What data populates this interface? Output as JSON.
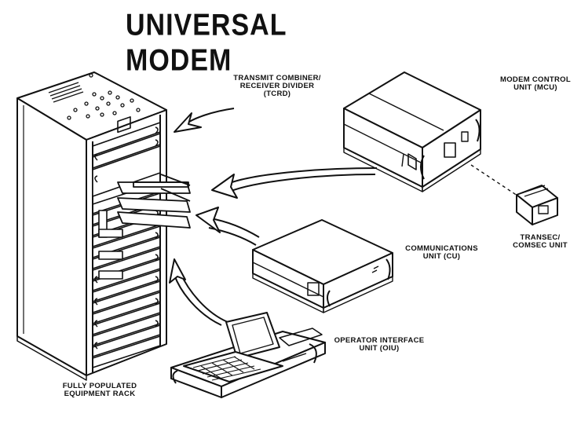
{
  "title": "UNIVERSAL MODEM",
  "labels": {
    "tcrd": [
      "TRANSMIT COMBINER/",
      "RECEIVER DIVIDER",
      "(TCRD)"
    ],
    "mcu": [
      "MODEM CONTROL",
      "UNIT (MCU)"
    ],
    "cu": [
      "COMMUNICATIONS",
      "UNIT (CU)"
    ],
    "comsec": [
      "TRANSEC/",
      "COMSEC UNIT"
    ],
    "oiu": [
      "OPERATOR INTERFACE",
      "UNIT (OIU)"
    ],
    "rack": [
      "FULLY POPULATED",
      "EQUIPMENT RACK"
    ]
  },
  "colors": {
    "ink": "#111111",
    "background": "#ffffff"
  }
}
